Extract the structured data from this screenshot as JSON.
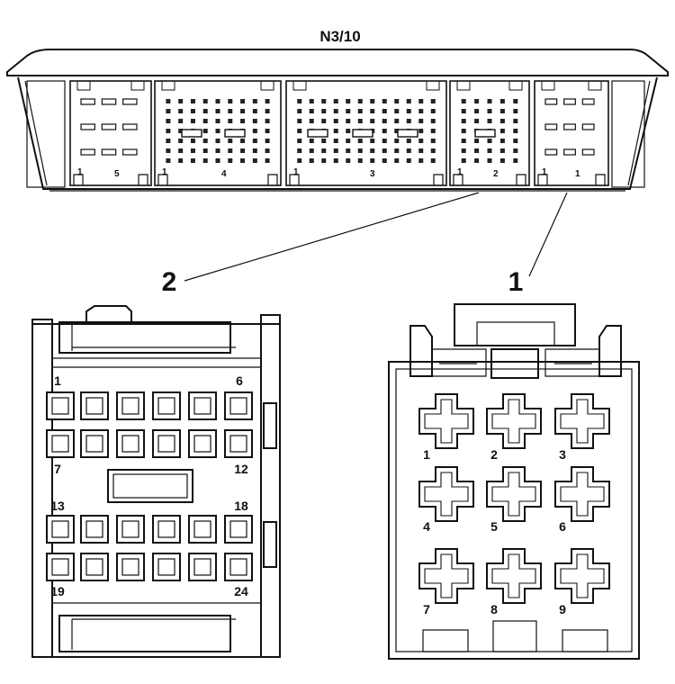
{
  "title": "N3/10",
  "callouts": {
    "left": "2",
    "right": "1"
  },
  "module_segment_labels": [
    {
      "a": "1",
      "b": "5"
    },
    {
      "a": "1",
      "b": "4"
    },
    {
      "a": "1",
      "b": "3"
    },
    {
      "a": "1",
      "b": "2"
    },
    {
      "a": "1",
      "b": "1"
    }
  ],
  "connector_2": {
    "pin_labels": [
      "1",
      "6",
      "7",
      "12",
      "13",
      "18",
      "19",
      "24"
    ]
  },
  "connector_1": {
    "pin_labels": [
      "1",
      "2",
      "3",
      "4",
      "5",
      "6",
      "7",
      "8",
      "9"
    ]
  }
}
